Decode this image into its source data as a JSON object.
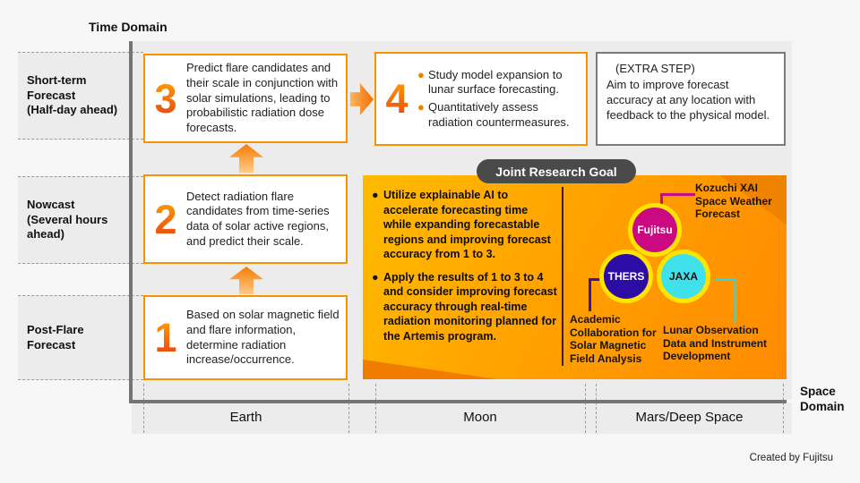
{
  "axes": {
    "time_domain": "Time Domain",
    "space_domain": "Space\nDomain"
  },
  "rows": [
    {
      "label": "Short-term\nForecast\n(Half-day ahead)"
    },
    {
      "label": "Nowcast\n(Several hours\nahead)"
    },
    {
      "label": "Post-Flare\nForecast"
    }
  ],
  "columns": [
    "Earth",
    "Moon",
    "Mars/Deep Space"
  ],
  "steps": [
    {
      "number": "1",
      "text": "Based on solar magnetic field and flare information, determine radiation increase/occurrence."
    },
    {
      "number": "2",
      "text": "Detect radiation flare candidates from time-series data of solar active regions, and predict their scale."
    },
    {
      "number": "3",
      "text": "Predict flare candidates and their scale in conjunction with solar simulations, leading to probabilistic radiation dose forecasts."
    },
    {
      "number": "4",
      "bullets": [
        "Study model expansion to lunar surface forecasting.",
        "Quantitatively assess radiation countermeasures."
      ]
    }
  ],
  "extra_step": {
    "heading": "(EXTRA STEP)",
    "text": "Aim to improve forecast accuracy at any location with feedback to the physical model."
  },
  "goal": {
    "badge": "Joint Research Goal",
    "bullets": [
      "Utilize explainable AI to accelerate forecasting time while expanding forecastable regions and improving forecast accuracy from 1 to 3.",
      "Apply the results of 1 to 3 to 4 and consider improving forecast accuracy through real-time radiation monitoring planned for the Artemis program."
    ],
    "venn": {
      "circles": [
        {
          "label": "Fujitsu",
          "color": "#cb0a82",
          "caption": "Kozuchi XAI\nSpace Weather\nForecast"
        },
        {
          "label": "THERS",
          "color": "#2d0ca5",
          "caption": "Academic\nCollaboration for\nSolar Magnetic\nField Analysis"
        },
        {
          "label": "JAXA",
          "color": "#3fe2ea",
          "caption": "Lunar Observation\nData and Instrument\nDevelopment"
        }
      ],
      "ring_color": "#ffe400"
    }
  },
  "credit": "Created by Fujitsu",
  "colors": {
    "accent_orange": "#f59300",
    "number_gradient_top": "#ffa200",
    "number_gradient_bottom": "#e84310",
    "goal_gradient_start": "#ffbb00",
    "goal_gradient_end": "#ff8c00",
    "badge_background": "#4a4a4a",
    "axis_gray": "#757575",
    "panel_gray": "#ececec"
  }
}
